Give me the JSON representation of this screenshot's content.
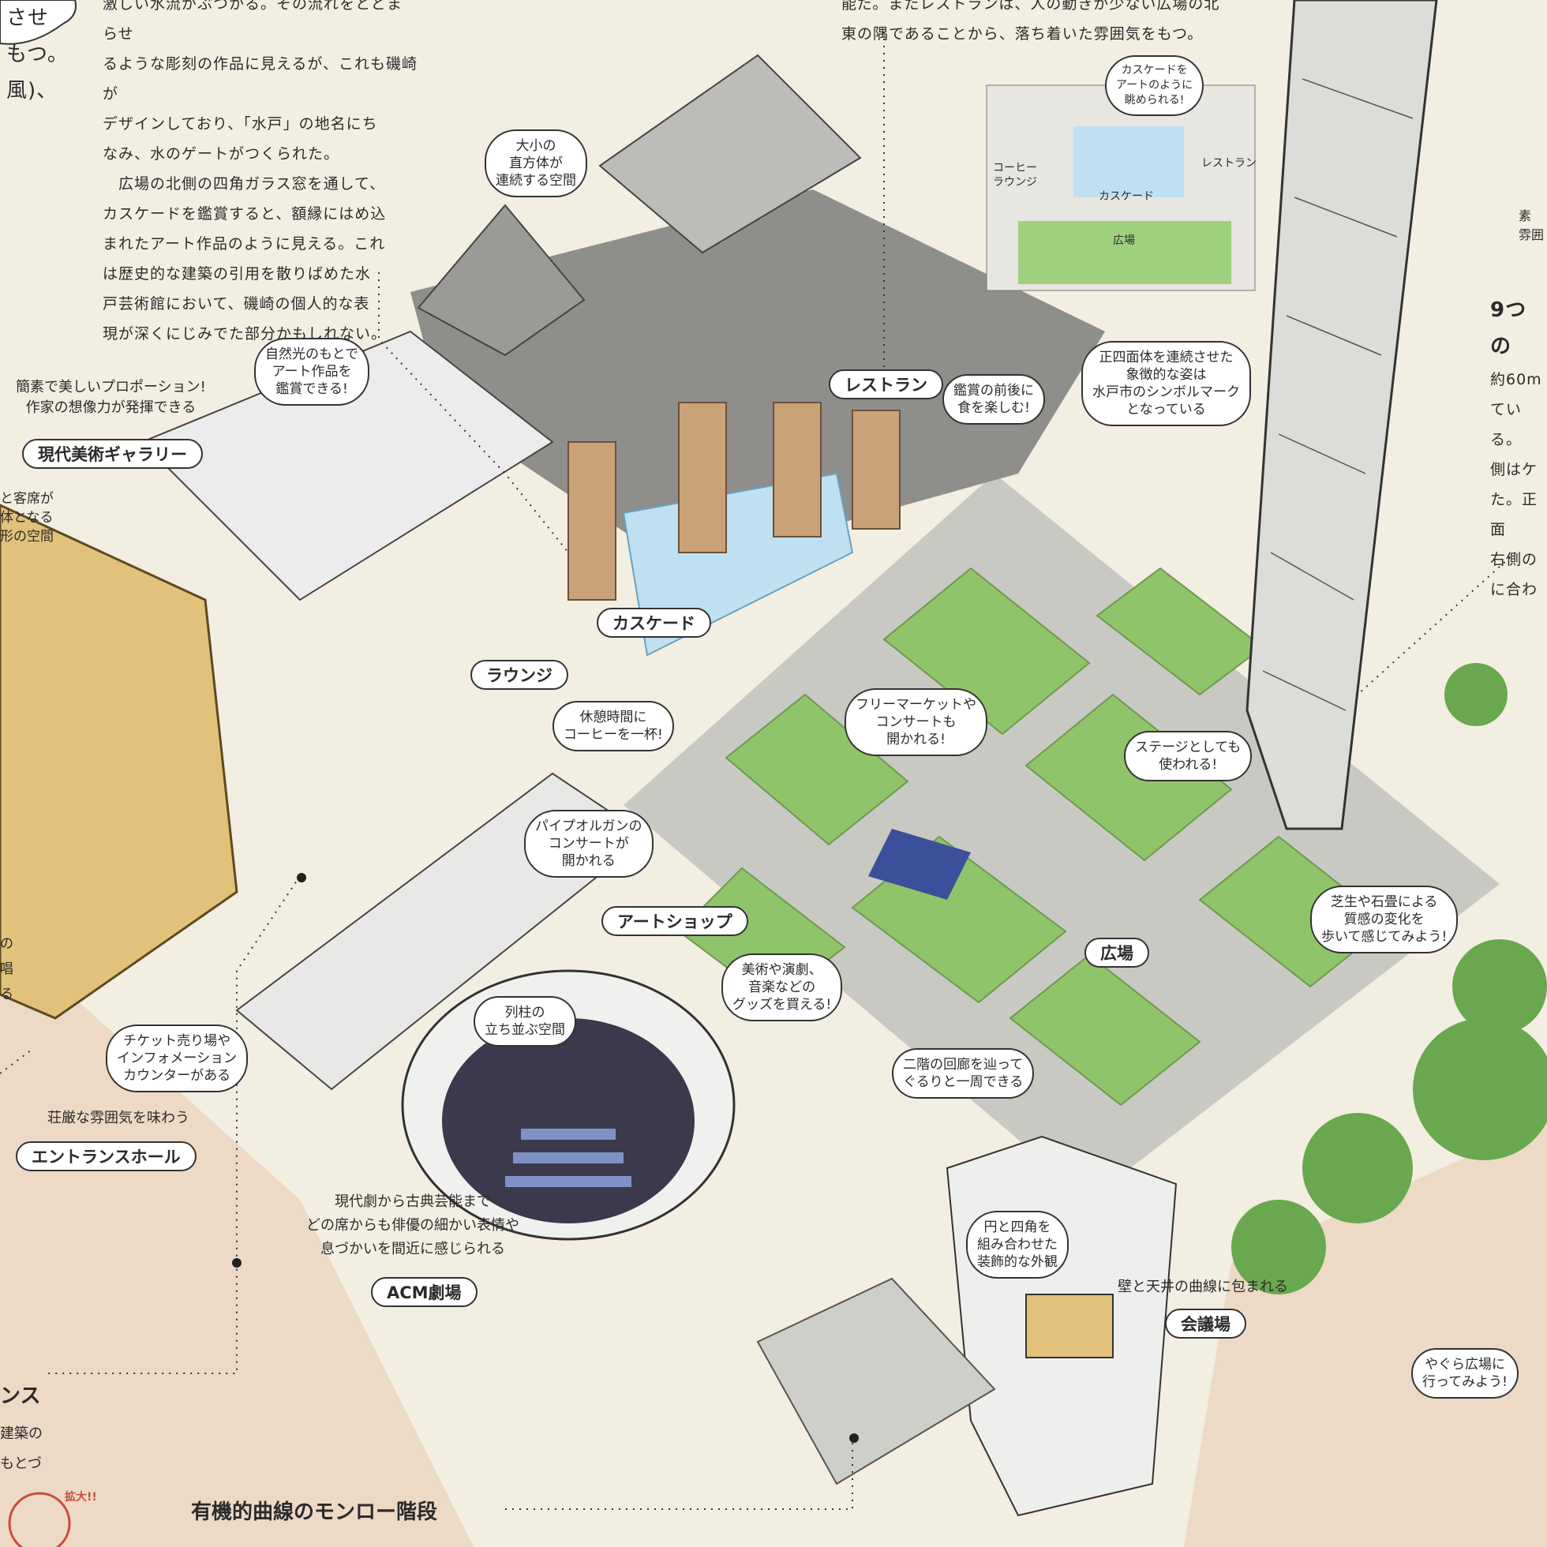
{
  "article": {
    "left_top": [
      "させ",
      "もつ。",
      "風)、"
    ],
    "paragraph": [
      "激しい水流がぶつかる。その流れをとどまらせ",
      "るような彫刻の作品に見えるが、これも磯崎が",
      "デザインしており、「水戸」の地名にち",
      "なみ、水のゲートがつくられた。",
      "　広場の北側の四角ガラス窓を通して、",
      "カスケードを鑑賞すると、額縁にはめ込",
      "まれたアート作品のように見える。これ",
      "は歴史的な建築の引用を散りばめた水",
      "戸芸術館において、磯崎の個人的な表",
      "現が深くにじみでた部分かもしれない。"
    ],
    "right_top": [
      "能だ。またレストランは、人の動きが少ない広場の北",
      "東の隅であることから、落ち着いた雰囲気をもつ。"
    ],
    "right_edge_title": "9つの",
    "right_edge_lines": [
      "約60m",
      "ている。",
      "側はケ",
      "た。正面",
      "右側の",
      "に合わ"
    ],
    "right_edge_misc": [
      "素",
      "雰囲"
    ],
    "left_edge_lines": [
      "と客席が",
      "体となる",
      "形の空間"
    ],
    "left_edge_misc": [
      "の",
      "唱",
      "る"
    ],
    "bottom_left_heading": "ンス",
    "bottom_left_lines": [
      "建築の",
      "もとづ"
    ],
    "bottom_heading": "有機的曲線のモンロー階段",
    "zoom_note": "拡大!!"
  },
  "labels": {
    "gallery": "現代美術ギャラリー",
    "restaurant": "レストラン",
    "cascade": "カスケード",
    "lounge": "ラウンジ",
    "artshop": "アートショップ",
    "plaza": "広場",
    "entrance": "エントランスホール",
    "acm": "ACM劇場",
    "conference": "会議場"
  },
  "bubbles": {
    "cubes": [
      "大小の",
      "直方体が",
      "連続する空間"
    ],
    "natural_light": [
      "自然光のもとで",
      "アート作品を",
      "鑑賞できる!"
    ],
    "dine": [
      "鑑賞の前後に",
      "食を楽しむ!"
    ],
    "tower": [
      "正四面体を連続させた",
      "象徴的な姿は",
      "水戸市のシンボルマーク",
      "となっている"
    ],
    "coffee": [
      "休憩時間に",
      "コーヒーを一杯!"
    ],
    "market": [
      "フリーマーケットや",
      "コンサートも",
      "開かれる!"
    ],
    "stage": [
      "ステージとしても",
      "使われる!"
    ],
    "organ": [
      "パイプオルガンの",
      "コンサートが",
      "開かれる"
    ],
    "goods": [
      "美術や演劇、",
      "音楽などの",
      "グッズを買える!"
    ],
    "columns": [
      "列柱の",
      "立ち並ぶ空間"
    ],
    "ticket": [
      "チケット売り場や",
      "インフォメーション",
      "カウンターがある"
    ],
    "lawn": [
      "芝生や石畳による",
      "質感の変化を",
      "歩いて感じてみよう!"
    ],
    "corridor": [
      "二階の回廊を辿って",
      "ぐるりと一周できる"
    ],
    "circle": [
      "円と四角を",
      "組み合わせた",
      "装飾的な外観"
    ],
    "yagura": [
      "やぐら広場に",
      "行ってみよう!"
    ],
    "inset_view": [
      "カスケードを",
      "アートのように",
      "眺められる!"
    ]
  },
  "captions": {
    "gallery_note": [
      "簡素で美しいプロポーション!",
      "作家の想像力が発揮できる"
    ],
    "entrance_note": "荘厳な雰囲気を味わう",
    "acm_note": [
      "現代劇から古典芸能まで",
      "どの席からも俳優の細かい表情や",
      "息づかいを間近に感じられる"
    ],
    "conference_note": "壁と天井の曲線に包まれる"
  },
  "inset": {
    "coffee": [
      "コーヒー",
      "ラウンジ"
    ],
    "restaurant": "レストラン",
    "cascade": "カスケード",
    "plaza": "広場"
  },
  "colors": {
    "background": "#f3eee2",
    "lawn": "#8fc46a",
    "stone": "#b9b9b4",
    "water": "#bfe0f0",
    "wood": "#c9a27a",
    "hall": "#e2c27a",
    "seats": "#7f92c7"
  }
}
